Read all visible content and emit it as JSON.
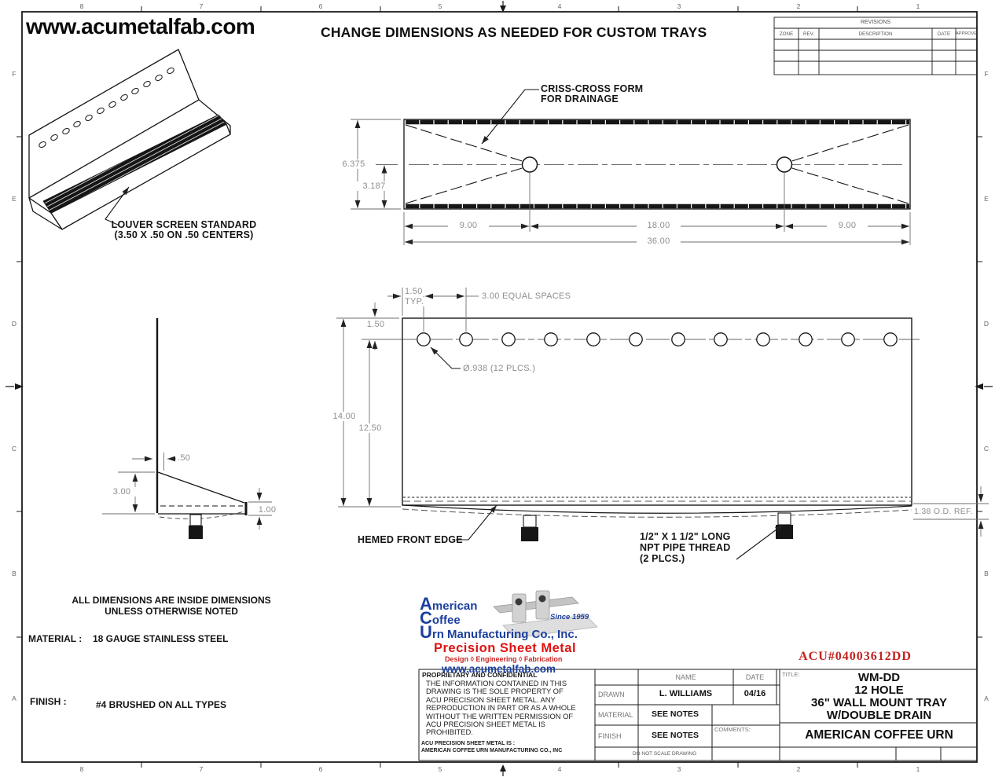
{
  "sheet": {
    "site": "www.acumetalfab.com",
    "heading": "CHANGE DIMENSIONS AS NEEDED FOR CUSTOM TRAYS",
    "zones_h": [
      "8",
      "7",
      "6",
      "5",
      "4",
      "3",
      "2",
      "1"
    ],
    "zones_v": [
      "F",
      "E",
      "D",
      "C",
      "B",
      "A"
    ]
  },
  "revisions": {
    "title": "REVISIONS",
    "cols": [
      "ZONE",
      "REV.",
      "DESCRIPTION",
      "DATE",
      "APPROVED"
    ]
  },
  "iso_view": {
    "note1": "LOUVER SCREEN STANDARD",
    "note2": "(3.50 X .50 ON .50 CENTERS)"
  },
  "plan_view": {
    "note1": "CRISS-CROSS FORM",
    "note2": "FOR DRAINAGE",
    "dim_height": "6.375",
    "dim_half_height": "3.187",
    "dim_left": "9.00",
    "dim_center": "18.00",
    "dim_right": "9.00",
    "dim_total": "36.00"
  },
  "front_view": {
    "dim_first_hole": "1.50",
    "dim_typ": "TYP.",
    "dim_spacing": "3.00 EQUAL SPACES",
    "dim_top": "1.50",
    "dim_height": "14.00",
    "dim_inner_height": "12.50",
    "hole_callout": "Ø.938 (12 PLCS.)",
    "dim_od": "1.38 O.D. REF.",
    "hem_note": "HEMED FRONT EDGE",
    "npt_note": [
      "1/2\" X 1 1/2\" LONG",
      "NPT PIPE THREAD",
      "(2 PLCS.)"
    ]
  },
  "side_view": {
    "dim_wall": ".50",
    "dim_height": "3.00",
    "dim_lip": "1.00"
  },
  "notes": {
    "dims1": "ALL DIMENSIONS ARE INSIDE DIMENSIONS",
    "dims2": "UNLESS OTHERWISE NOTED",
    "material_label": "MATERIAL :",
    "material_value": "18 GAUGE STAINLESS STEEL",
    "finish_label": "FINISH :",
    "finish_value": "#4 BRUSHED ON ALL TYPES"
  },
  "logo": {
    "line1": "American",
    "line2": "Coffee",
    "line3": "Urn Manufacturing Co., Inc.",
    "since": "Since 1959",
    "tagline": "Precision Sheet Metal",
    "services": "Design  ◊  Engineering  ◊  Fabrication",
    "site": "www.acumetalfab.com"
  },
  "part_number": "ACU#04003612DD",
  "title_block": {
    "proprietary_heading": "PROPRIETARY AND CONFIDENTIAL",
    "proprietary_body": [
      "THE INFORMATION CONTAINED IN THIS",
      "DRAWING IS THE SOLE PROPERTY OF",
      "ACU PRECISION SHEET METAL.  ANY",
      "REPRODUCTION IN PART OR AS A WHOLE",
      "WITHOUT THE WRITTEN PERMISSION OF",
      "ACU PRECISION SHEET METAL IS",
      "PROHIBITED."
    ],
    "acu_note1": "ACU PRECISION SHEET METAL IS :",
    "acu_note2": "AMERICAN COFFEE URN MANUFACTURING CO., INC",
    "name_header": "NAME",
    "date_header": "DATE",
    "drawn_label": "DRAWN",
    "drawn_name": "L. WILLIAMS",
    "drawn_date": "04/16",
    "material_label": "MATERIAL",
    "material_value": "SEE NOTES",
    "finish_label": "FINISH",
    "finish_value": "SEE NOTES",
    "comments_label": "COMMENTS:",
    "scale_note": "DO NOT SCALE DRAWING",
    "title_label": "TITLE:",
    "title_lines": [
      "WM-DD",
      "12 HOLE",
      "36\" WALL MOUNT TRAY",
      "W/DOUBLE DRAIN"
    ],
    "company": "AMERICAN COFFEE URN"
  },
  "colors": {
    "line": "#1a1a1a",
    "dim_text": "#8e8e8e",
    "part_red": "#c32222",
    "logo_blue": "#1c3f9e",
    "logo_red": "#e01212"
  }
}
